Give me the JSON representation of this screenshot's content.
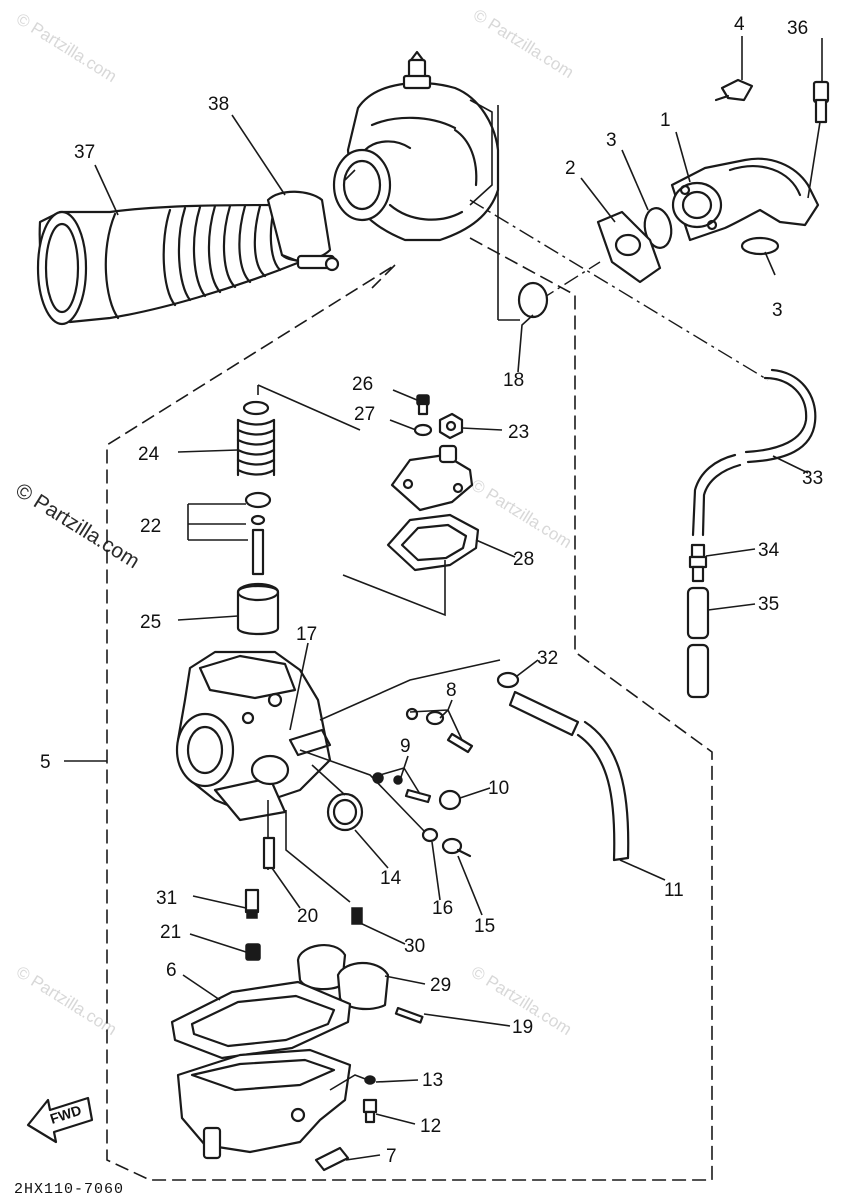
{
  "diagram_code": "2HX110-7060",
  "watermark": "© Partzilla.com",
  "direction_label": "FWD",
  "callouts": [
    "1",
    "2",
    "3",
    "3",
    "4",
    "36",
    "37",
    "38",
    "18",
    "26",
    "27",
    "23",
    "24",
    "33",
    "22",
    "28",
    "34",
    "35",
    "25",
    "17",
    "32",
    "8",
    "5",
    "9",
    "10",
    "14",
    "16",
    "15",
    "11",
    "31",
    "20",
    "30",
    "21",
    "29",
    "6",
    "19",
    "13",
    "12",
    "7"
  ]
}
